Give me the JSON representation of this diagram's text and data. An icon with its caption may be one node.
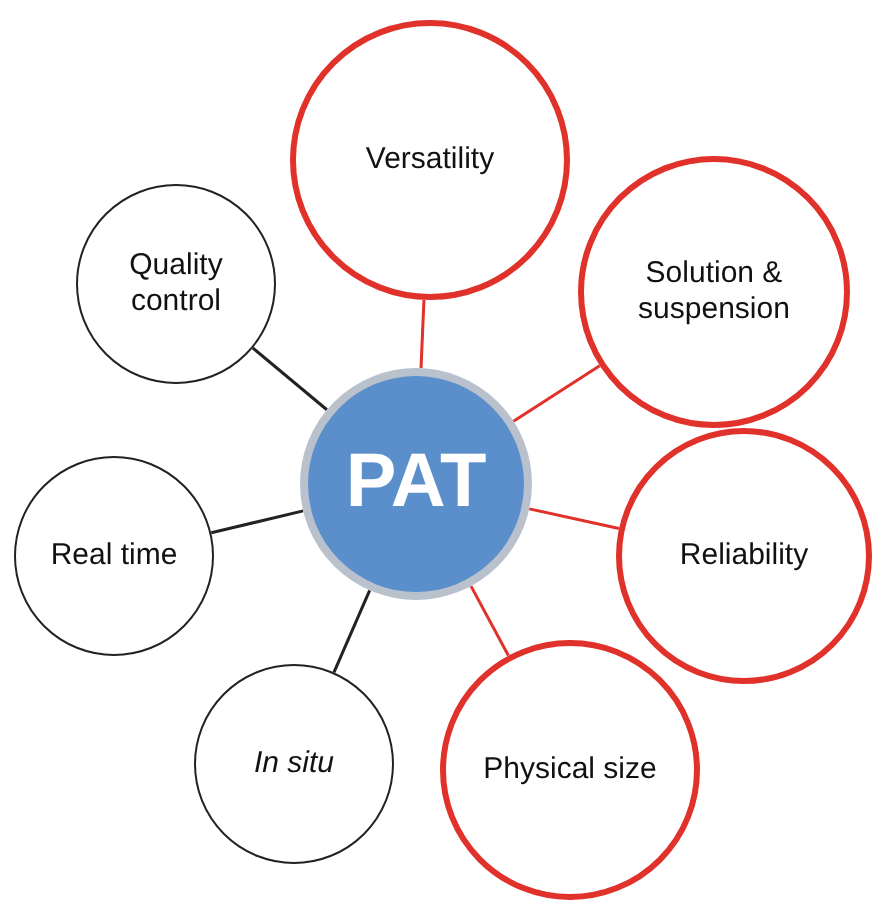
{
  "diagram": {
    "nodes": [
      {
        "text": [
          "Versatility"
        ]
      },
      {
        "text": [
          "Quality control"
        ]
      },
      {
        "text": [
          "Solution & suspension"
        ]
      },
      {
        "text": [
          "PAT"
        ]
      },
      {
        "text": [
          "Real time"
        ]
      },
      {
        "text": [
          "Reliability"
        ]
      },
      {
        "text": [
          "In situ"
        ]
      },
      {
        "text": [
          "Physical size"
        ]
      }
    ],
    "edges": [
      {
        "from": 3,
        "to": 0,
        "arrow": "none"
      },
      {
        "from": 3,
        "to": 1,
        "arrow": "none",
        "color": "#222222"
      },
      {
        "from": 3,
        "to": 2,
        "arrow": "none"
      },
      {
        "from": 3,
        "to": 4,
        "arrow": "none",
        "color": "#222222"
      },
      {
        "from": 3,
        "to": 5,
        "arrow": "none"
      },
      {
        "from": 3,
        "to": 6,
        "arrow": "none",
        "color": "#222222"
      },
      {
        "from": 3,
        "to": 7,
        "arrow": "none"
      }
    ]
  }
}
